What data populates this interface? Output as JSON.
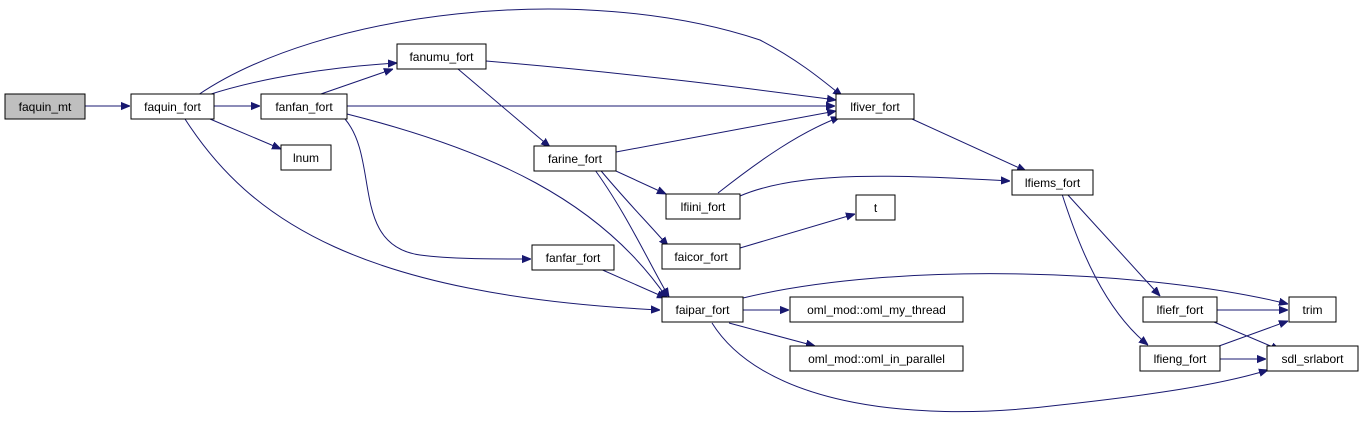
{
  "colors": {
    "edge": "#191970",
    "root_fill": "#bfbfbf",
    "node_fill": "#ffffff",
    "border": "#000000"
  },
  "nodes": {
    "faquin_mt": "faquin_mt",
    "faquin_fort": "faquin_fort",
    "fanfan_fort": "fanfan_fort",
    "fanumu_fort": "fanumu_fort",
    "lnum": "lnum",
    "farine_fort": "farine_fort",
    "lfiver_fort": "lfiver_fort",
    "lfiini_fort": "lfiini_fort",
    "faicor_fort": "faicor_fort",
    "t": "t",
    "fanfar_fort": "fanfar_fort",
    "faipar_fort": "faipar_fort",
    "oml_my_thread": "oml_mod::oml_my_thread",
    "oml_in_parallel": "oml_mod::oml_in_parallel",
    "lfiems_fort": "lfiems_fort",
    "lfiefr_fort": "lfiefr_fort",
    "lfieng_fort": "lfieng_fort",
    "trim": "trim",
    "sdl_srlabort": "sdl_srlabort"
  },
  "edges": [
    [
      "faquin_mt",
      "faquin_fort"
    ],
    [
      "faquin_fort",
      "fanfan_fort"
    ],
    [
      "faquin_fort",
      "fanumu_fort"
    ],
    [
      "faquin_fort",
      "lfiver_fort"
    ],
    [
      "faquin_fort",
      "lnum"
    ],
    [
      "faquin_fort",
      "faipar_fort"
    ],
    [
      "fanfan_fort",
      "fanumu_fort"
    ],
    [
      "fanfan_fort",
      "lfiver_fort"
    ],
    [
      "fanfan_fort",
      "fanfar_fort"
    ],
    [
      "fanfan_fort",
      "faipar_fort"
    ],
    [
      "fanumu_fort",
      "lfiver_fort"
    ],
    [
      "fanumu_fort",
      "farine_fort"
    ],
    [
      "farine_fort",
      "lfiver_fort"
    ],
    [
      "farine_fort",
      "lfiini_fort"
    ],
    [
      "farine_fort",
      "faicor_fort"
    ],
    [
      "farine_fort",
      "faipar_fort"
    ],
    [
      "lfiini_fort",
      "lfiver_fort"
    ],
    [
      "lfiini_fort",
      "lfiems_fort"
    ],
    [
      "faicor_fort",
      "t"
    ],
    [
      "fanfar_fort",
      "faipar_fort"
    ],
    [
      "lfiver_fort",
      "lfiems_fort"
    ],
    [
      "lfiems_fort",
      "lfiefr_fort"
    ],
    [
      "lfiems_fort",
      "lfieng_fort"
    ],
    [
      "faipar_fort",
      "oml_my_thread"
    ],
    [
      "faipar_fort",
      "oml_in_parallel"
    ],
    [
      "faipar_fort",
      "trim"
    ],
    [
      "faipar_fort",
      "sdl_srlabort"
    ],
    [
      "lfiefr_fort",
      "trim"
    ],
    [
      "lfiefr_fort",
      "sdl_srlabort"
    ],
    [
      "lfieng_fort",
      "trim"
    ],
    [
      "lfieng_fort",
      "sdl_srlabort"
    ]
  ]
}
